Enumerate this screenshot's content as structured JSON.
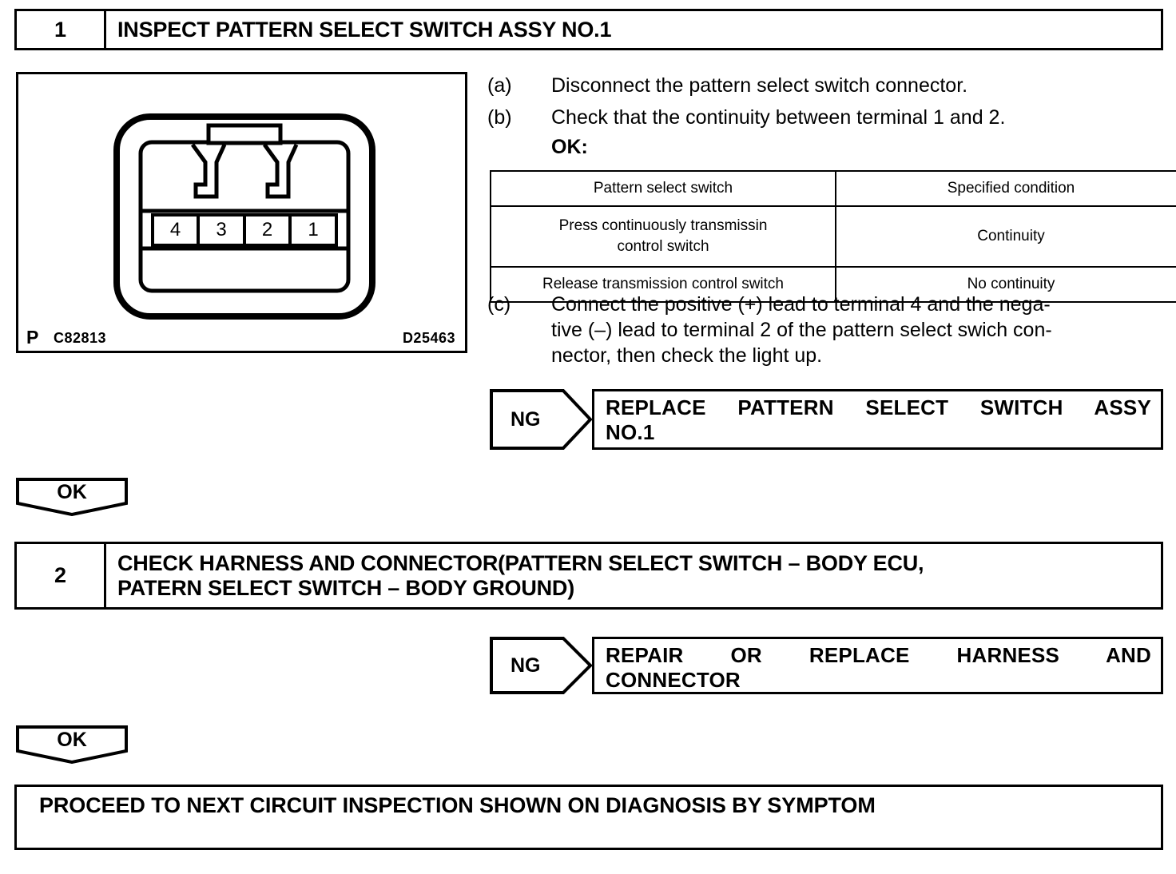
{
  "document": {
    "type": "service-manual-inspection-procedure"
  },
  "step1": {
    "number": "1",
    "title": "INSPECT PATTERN SELECT SWITCH ASSY NO.1",
    "figure": {
      "code_prefix": "P",
      "code_left": "C82813",
      "code_right": "D25463",
      "connector_terminals": [
        "4",
        "3",
        "2",
        "1"
      ],
      "caption_alt": "Pattern select switch connector front view with 4 terminals"
    },
    "instructions": [
      {
        "tag": "(a)",
        "text": "Disconnect the pattern select switch connector."
      },
      {
        "tag": "(b)",
        "text": "Check that the continuity between terminal 1 and 2.",
        "ok_label": "OK:"
      },
      {
        "tag": "(c)",
        "line1": "Connect the positive (+) lead to terminal 4 and the nega-",
        "line2": "tive (–) lead to terminal 2 of the pattern select swich con-",
        "line3": "nector, then check the light up."
      }
    ],
    "spec_table": {
      "headers": [
        "Pattern select switch",
        "Specified condition"
      ],
      "rows": [
        {
          "condition_line1": "Press continuously transmissin",
          "condition_line2": "control switch",
          "result": "Continuity"
        },
        {
          "condition_line1": "Release transmission control switch",
          "condition_line2": "",
          "result": "No continuity"
        }
      ]
    },
    "ng": {
      "label": "NG",
      "result_line1": "REPLACE PATTERN SELECT SWITCH ASSY",
      "result_line2": "NO.1"
    },
    "ok": {
      "label": "OK"
    }
  },
  "step2": {
    "number": "2",
    "title_line1": "CHECK HARNESS AND CONNECTOR(PATTERN SELECT SWITCH – BODY ECU,",
    "title_line2": "PATERN SELECT SWITCH – BODY GROUND)",
    "ng": {
      "label": "NG",
      "result_line1": "REPAIR OR REPLACE HARNESS AND",
      "result_line2": "CONNECTOR"
    },
    "ok": {
      "label": "OK"
    }
  },
  "final": {
    "text": "PROCEED TO NEXT CIRCUIT INSPECTION SHOWN ON DIAGNOSIS BY SYMPTOM"
  },
  "colors": {
    "ink": "#000000",
    "paper": "#ffffff"
  }
}
